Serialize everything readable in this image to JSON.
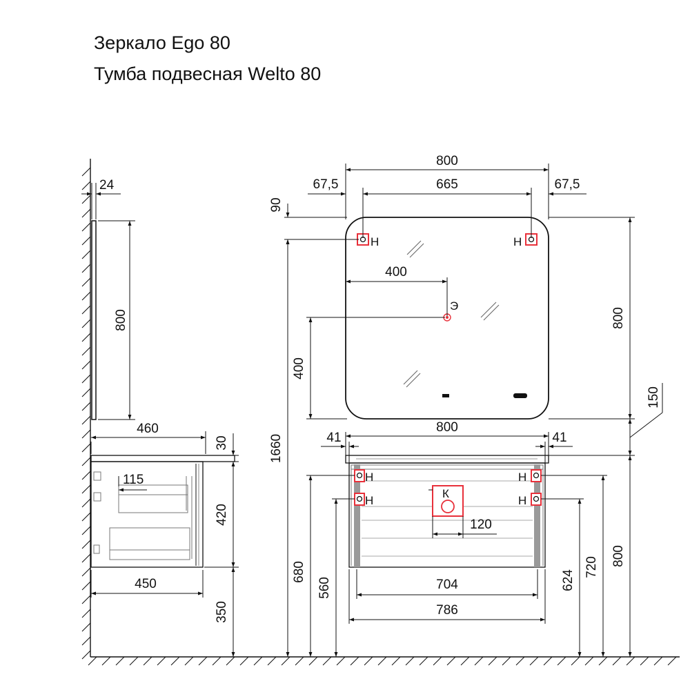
{
  "titles": {
    "mirror": "Зеркало Ego 80",
    "cabinet": "Тумба подвесная Welto 80"
  },
  "side_view": {
    "mirror_thickness": "24",
    "mirror_height": "800",
    "top_depth": "460",
    "top_thickness": "30",
    "drawer_offset": "115",
    "cabinet_height": "420",
    "cabinet_depth": "450",
    "floor_clearance": "350"
  },
  "front_view": {
    "mirror_width": "800",
    "edge_left": "67,5",
    "hook_spacing": "665",
    "edge_right": "67,5",
    "top_offset": "90",
    "mirror_height": "800",
    "socket_x": "400",
    "socket_y": "400",
    "gap": "150",
    "total_height": "1660",
    "cabinet_width": "800",
    "overhang_left": "41",
    "overhang_right": "41",
    "drain_width": "120",
    "inner_width": "704",
    "outer_width": "786",
    "height_680": "680",
    "height_560": "560",
    "height_624": "624",
    "height_720": "720",
    "height_800": "800"
  },
  "markers": {
    "hook": "Н",
    "electric": "Э",
    "sewer": "К"
  },
  "colors": {
    "line": "#111111",
    "marker": "#e8303a",
    "panel": "#9a9a9a"
  }
}
